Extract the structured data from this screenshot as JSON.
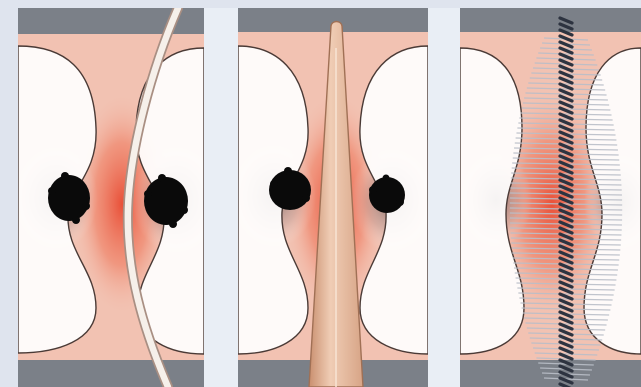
{
  "illustration": {
    "panels": [
      {
        "tool": "thin-flexible-pick"
      },
      {
        "tool": "tapered-wooden-stick"
      },
      {
        "tool": "interdental-brush"
      }
    ],
    "colors": {
      "tooth": "#ffffff",
      "gum": "#f2c2b2",
      "inflammation": "#e84a32",
      "tartar": "#0a0a0a",
      "base": "#7b8088",
      "divider": "#e9eef5",
      "wood": "#e4b79b",
      "wire": "#2d3340",
      "bristle": "#b9bec8"
    }
  }
}
